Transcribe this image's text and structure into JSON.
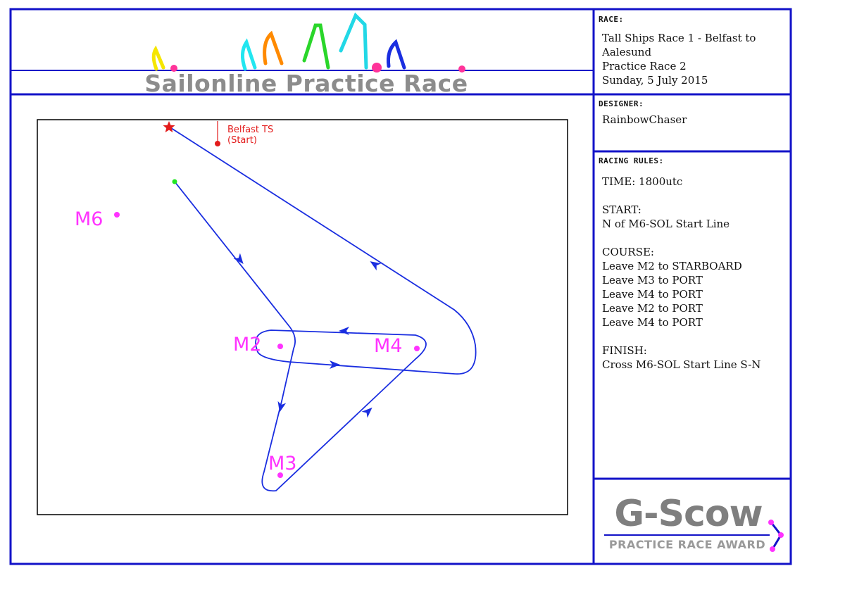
{
  "header": {
    "title": "Sailonline Practice Race"
  },
  "race_section": {
    "label": "RACE:",
    "lines": [
      "Tall Ships Race 1 - Belfast to",
      "Aalesund",
      "Practice Race 2",
      "Sunday, 5 July 2015"
    ]
  },
  "designer_section": {
    "label": "DESIGNER:",
    "name": "RainbowChaser"
  },
  "rules_section": {
    "label": "RACING RULES:",
    "time": "TIME: 1800utc",
    "start_heading": "START:",
    "start_text": "N of M6-SOL Start Line",
    "course_heading": "COURSE:",
    "course_legs": [
      "Leave M2 to STARBOARD",
      "Leave M3 to PORT",
      "Leave M4 to PORT",
      "Leave M2 to PORT",
      "Leave M4 to PORT"
    ],
    "finish_heading": "FINISH:",
    "finish_text": "Cross M6-SOL Start Line S-N"
  },
  "map": {
    "start_label_line1": "Belfast TS",
    "start_label_line2": "(Start)",
    "marks": {
      "m6": "M6",
      "m2": "M2",
      "m4": "M4",
      "m3": "M3"
    }
  },
  "award": {
    "title": "G-Scow",
    "subtitle": "PRACTICE RACE AWARD"
  },
  "colors": {
    "frame": "#1212c8",
    "route": "#1a2ee0",
    "mark": "#ff33ff",
    "start": "#e31b1b",
    "header_text": "#8c8c8c"
  }
}
